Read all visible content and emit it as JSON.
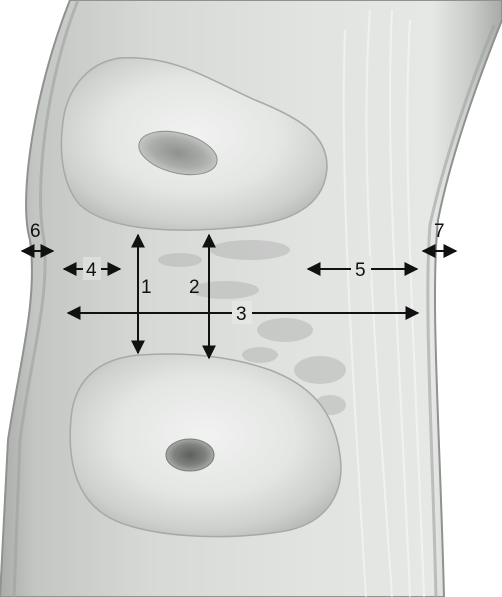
{
  "labels": {
    "one": "1",
    "two": "2",
    "three": "3",
    "four": "4",
    "five": "5",
    "six": "6",
    "seven": "7"
  }
}
